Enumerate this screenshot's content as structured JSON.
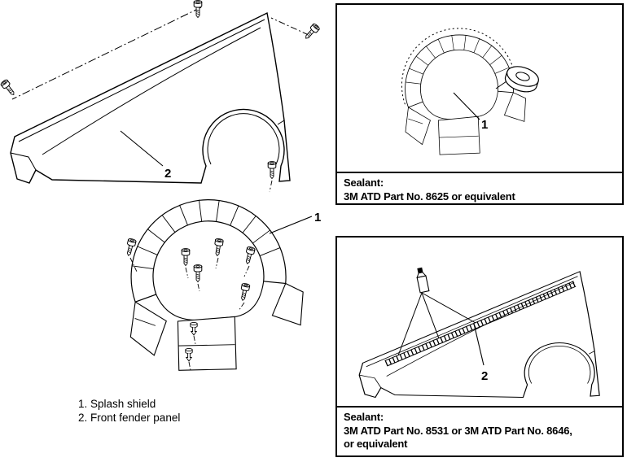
{
  "colors": {
    "ink": "#000000",
    "paper": "#ffffff"
  },
  "main_diagram": {
    "callouts": {
      "front_fender": "2",
      "splash_shield": "1"
    }
  },
  "legend": {
    "items": [
      {
        "text": "1. Splash shield"
      },
      {
        "text": "2. Front fender panel"
      }
    ]
  },
  "panels": {
    "top": {
      "callout": "1",
      "caption": {
        "line1": "Sealant:",
        "line2": "3M ATD Part No. 8625 or equivalent"
      }
    },
    "bottom": {
      "callout": "2",
      "caption": {
        "line1": "Sealant:",
        "line2": "3M ATD Part No. 8531 or 3M ATD Part No. 8646,",
        "line3": "or equivalent"
      }
    }
  },
  "icons": {
    "fastener_bolt": "bolt-icon",
    "fastener_clip": "clip-icon",
    "sealant_tape_roll": "sealant-tape-roll-icon",
    "sealant_tube": "sealant-tube-icon"
  }
}
